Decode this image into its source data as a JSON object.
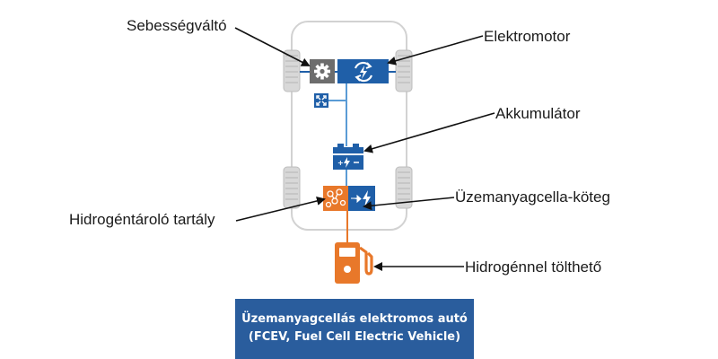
{
  "labels": {
    "gearbox": "Sebességváltó",
    "electric_motor": "Elektromotor",
    "battery": "Akkumulátor",
    "fuel_cell_stack": "Üzemanyagcella-köteg",
    "hydrogen_tank": "Hidrogéntároló tartály",
    "hydrogen_refuel": "Hidrogénnel tölthető"
  },
  "caption": {
    "line1": "Üzemanyagcellás elektromos autó",
    "line2": "(FCEV, Fuel Cell Electric Vehicle)"
  },
  "colors": {
    "blue": "#1f5fa8",
    "light_blue": "#5a9bd5",
    "orange": "#e8782a",
    "gray": "#6d6d6d",
    "body_outline": "#cfcfcf",
    "caption_bg": "#2a5d9d"
  },
  "icons": [
    "gear-icon",
    "sync-icon",
    "expand-icon",
    "battery-icon",
    "hydrogen-molecule-icon",
    "lightning-icon",
    "fuel-pump-icon"
  ]
}
